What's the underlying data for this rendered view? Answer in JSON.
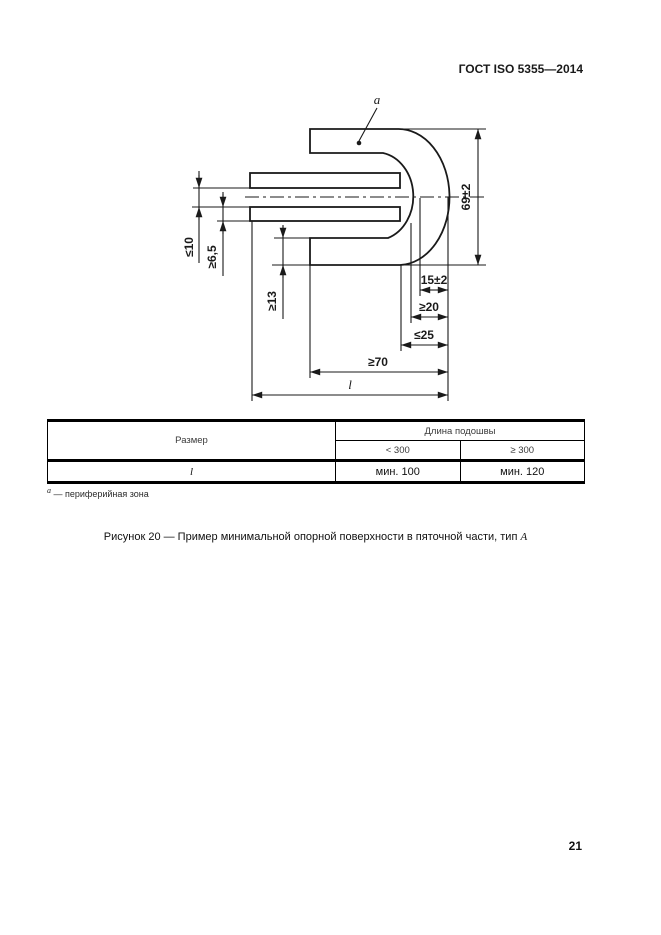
{
  "page": {
    "header": "ГОСТ ISO 5355—2014",
    "page_number": "21",
    "caption_prefix": "Рисунок 20 — Пример минимальной опорной поверхности в пяточной части, тип ",
    "caption_type": "А",
    "footnote_marker": "a",
    "footnote_text": "— периферийная зона"
  },
  "drawing": {
    "callout": "a",
    "dims": {
      "le10": "≤10",
      "ge6_5": "≥6,5",
      "ge13": "≥13",
      "h69": "69±2",
      "t15": "15±2",
      "ge20": "≥20",
      "le25": "≤25",
      "ge70": "≥70",
      "l": "l"
    }
  },
  "table": {
    "col_size": "Размер",
    "col_sole": "Длина подошвы",
    "sub_lt": "< 300",
    "sub_ge": "≥ 300",
    "row": {
      "size": "l",
      "lt300": "мин. 100",
      "ge300": "мин. 120"
    }
  }
}
